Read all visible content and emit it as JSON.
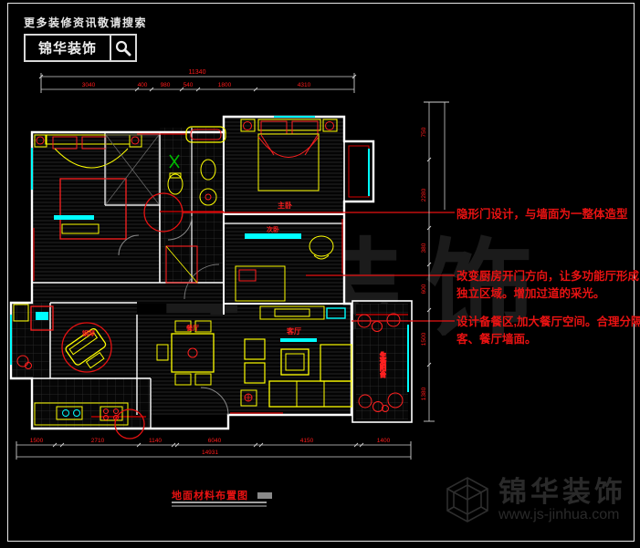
{
  "header_brand": {
    "search_hint": "更多装修资讯敬请搜索",
    "brand_name": "锦华装饰"
  },
  "watermark": {
    "center_text": "锦华装饰",
    "footer_brand": "锦华装饰",
    "footer_url": "www.js-jinhua.com"
  },
  "annotations": [
    {
      "lines": [
        "隐形门设计，与墙面为一整体造型"
      ]
    },
    {
      "lines": [
        "改变厨房开门方向，让多功能厅形成",
        "独立区域。增加过道的采光。"
      ]
    },
    {
      "lines": [
        "设计备餐区,加大餐厅空间。合理分隔",
        "客、餐厅墙面。"
      ]
    }
  ],
  "plan": {
    "title": "地面材料布置图",
    "room_labels": {
      "master": "主卧",
      "bedroom3": "次卧",
      "living": "客厅",
      "dining": "餐厅",
      "balcony_right": "生活阳台",
      "piano": "钢琴"
    },
    "dimensions": {
      "top_total": "11340",
      "top_segments": [
        "3040",
        "400",
        "980",
        "540",
        "1800",
        "4310"
      ],
      "bottom_total": "14931",
      "bottom_segments": [
        "1500",
        "2710",
        "1140",
        "6040",
        "4150",
        "1400"
      ],
      "right_segments": [
        "750",
        "2280",
        "380",
        "600",
        "1500",
        "1380"
      ]
    },
    "colors": {
      "wall": "#ffffff",
      "furniture": "#ffff00",
      "accent": "#ff0000",
      "highlight": "#00ffff"
    }
  }
}
